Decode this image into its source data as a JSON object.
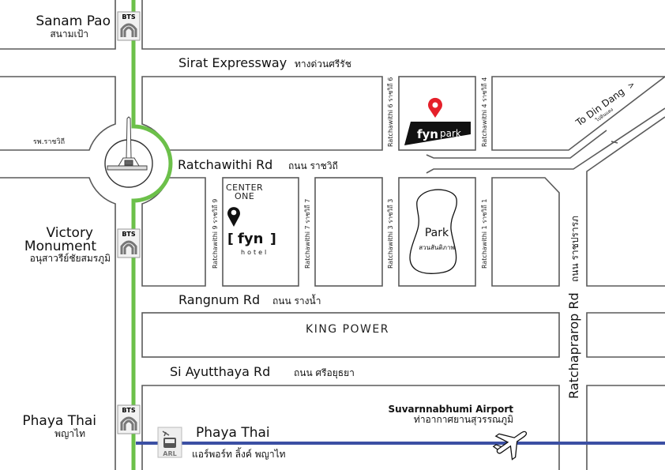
{
  "stations": {
    "sanam_pao": {
      "en": "Sanam Pao",
      "th": "สนามเป้า"
    },
    "victory": {
      "en1": "Victory",
      "en2": "Monument",
      "th": "อนุสาวรีย์ชัยสมรภูมิ"
    },
    "phaya_thai": {
      "en": "Phaya Thai",
      "th": "พญาไท"
    },
    "bts_label": "BTS"
  },
  "roads": {
    "sirat": {
      "en": "Sirat Expressway",
      "th": "ทางด่วนศรีรัช"
    },
    "ratchawithi": {
      "en": "Ratchawithi Rd",
      "th": "ถนน ราชวิถี"
    },
    "rangnum": {
      "en": "Rangnum Rd",
      "th": "ถนน รางน้ำ"
    },
    "si_ayutthaya": {
      "en": "Si Ayutthaya Rd",
      "th": "ถนน ศรีอยุธยา"
    },
    "ratchaprarop": {
      "en": "Ratchaprarop Rd",
      "th": "ถนน ราชปรารภ"
    },
    "din_dang": {
      "en": "To Din Dang",
      "th": "ไปดินแดง",
      "arrow": ">"
    }
  },
  "sois": {
    "s9": "Ratchawithi 9  ราชวิถี 9",
    "s7": "Ratchawithi 7  ราชวิถี 7",
    "s3": "Ratchawithi 3  ราชวิถี 3",
    "s1": "Ratchawithi 1  ราชวิถี 1",
    "s6": "Ratchawithi 6  ราชวิถี 6",
    "s4": "Ratchawithi 4  ราชวิถี 4"
  },
  "landmarks": {
    "hospital": "รพ.ราชวิถี",
    "center_one": {
      "line1": "CENTER",
      "line2": "ONE"
    },
    "fyn_hotel": {
      "bracket_l": "[",
      "name": "fyn",
      "bracket_r": "]",
      "sub": "hotel"
    },
    "fyn_park": {
      "name": "fyn",
      "sub": "park"
    },
    "park": {
      "en": "Park",
      "th": "สวนสันติภาพ"
    },
    "king_power": "KING POWER"
  },
  "arl": {
    "station": "Phaya Thai",
    "th": "แอร์พอร์ท ลิ้งค์ พญาไท",
    "badge": "ARL",
    "airport_en": "Suvarnnabhumi Airport",
    "airport_th": "ท่าอากาศยานสุวรรณภูมิ"
  },
  "colors": {
    "bts": "#6cc04a",
    "arl": "#3b4fa3",
    "pin_red": "#e5202a"
  }
}
